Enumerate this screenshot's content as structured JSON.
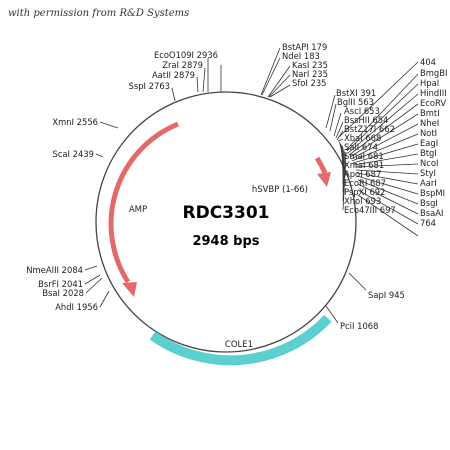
{
  "credit": "with permission from R&D Systems",
  "plasmid": {
    "name": "RDC3301",
    "size_label": "2948 bps"
  },
  "colors": {
    "backbone": "#444444",
    "amp": "#e46a6a",
    "hsvbp": "#e46a6a",
    "cole1": "#5ccfd0"
  },
  "features": {
    "amp": "AMP",
    "hsvbp": "hSVBP (1-66)",
    "cole1": "COLE1"
  },
  "sites_left_top": [
    "SspI 2763",
    "AatII 2879",
    "ZraI 2879",
    "EcoO109I 2936"
  ],
  "sites_top": [
    "BstAPI 179",
    "NdeI 183",
    "KasI 235",
    "NarI 235",
    "SfoI 235"
  ],
  "sites_mcs_left": [
    "BstXI 391",
    "BglII 563",
    "AscI 653",
    "BssHII 654",
    "BstZ17I 662",
    "XbaI 668",
    "SalI 674",
    "SmaI 681",
    "XmaI 681",
    "ApoI 687",
    "EcoRI 687",
    "PspXI 692",
    "XhoI 693",
    "Eco47III 697"
  ],
  "sites_mcs_right": [
    "404",
    "BmgBI",
    "HpaI",
    "HindIII",
    "EcoRV",
    "BmtI",
    "NheI",
    "NotI",
    "EagI",
    "BtgI",
    "NcoI",
    "StyI",
    "AarI",
    "BspMI",
    "BsgI",
    "BsaAI",
    "764"
  ],
  "sites_left": [
    "XmnI 2556",
    "ScaI 2439"
  ],
  "sites_lower_left": [
    "NmeAIII 2084",
    "BsrFI 2041",
    "BsaI 2028",
    "AhdI 1956"
  ],
  "sites_right": [
    "SapI 945",
    "PciI 1068"
  ]
}
